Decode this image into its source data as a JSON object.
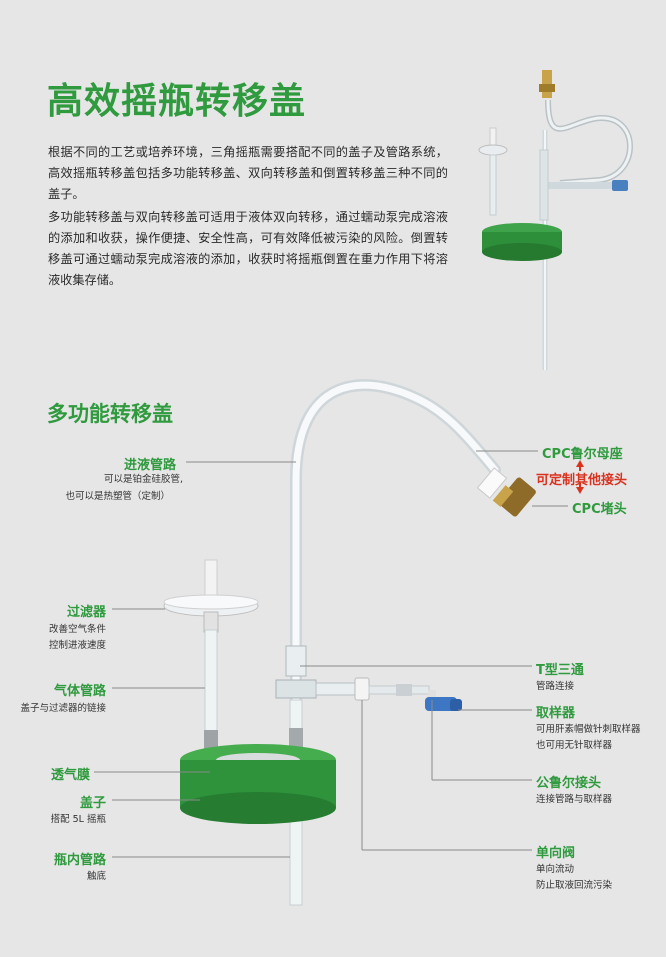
{
  "header": {
    "title": "高效摇瓶转移盖",
    "paragraph1": "根据不同的工艺或培养环境，三角摇瓶需要搭配不同的盖子及管路系统，高效摇瓶转移盖包括多功能转移盖、双向转移盖和倒置转移盖三种不同的盖子。",
    "paragraph2": "多功能转移盖与双向转移盖可适用于液体双向转移，通过蠕动泵完成溶液的添加和收获，操作便捷、安全性高，可有效降低被污染的风险。倒置转移盖可通过蠕动泵完成溶液的添加，收获时将摇瓶倒置在重力作用下将溶液收集存储。"
  },
  "section": {
    "title": "多功能转移盖"
  },
  "labels": {
    "inlet_tube": {
      "name": "进液管路",
      "desc1": "可以是铂金硅胶管,",
      "desc2": "也可以是热塑管（定制）"
    },
    "filter": {
      "name": "过滤器",
      "desc1": "改善空气条件",
      "desc2": "控制进液速度"
    },
    "gas_tube": {
      "name": "气体管路",
      "desc1": "盖子与过滤器的链接"
    },
    "vent_membrane": {
      "name": "透气膜"
    },
    "cap": {
      "name": "盖子",
      "desc1": "搭配 5L 摇瓶"
    },
    "bottle_tube": {
      "name": "瓶内管路",
      "desc1": "触底"
    },
    "cpc_female": {
      "name": "CPC鲁尔母座"
    },
    "custom_connector": {
      "name": "可定制其他接头"
    },
    "cpc_plug": {
      "name": "CPC堵头"
    },
    "t_connector": {
      "name": "T型三通",
      "desc1": "管路连接"
    },
    "sampler": {
      "name": "取样器",
      "desc1": "可用肝素帽做针刺取样器",
      "desc2": "也可用无针取样器"
    },
    "male_luer": {
      "name": "公鲁尔接头",
      "desc1": "连接管路与取样器"
    },
    "check_valve": {
      "name": "单向阀",
      "desc1": "单向流动",
      "desc2": "防止取液回流污染"
    }
  },
  "colors": {
    "brand_green": "#2f9a3e",
    "accent_red": "#d9321f",
    "background": "#e6e6e6"
  }
}
